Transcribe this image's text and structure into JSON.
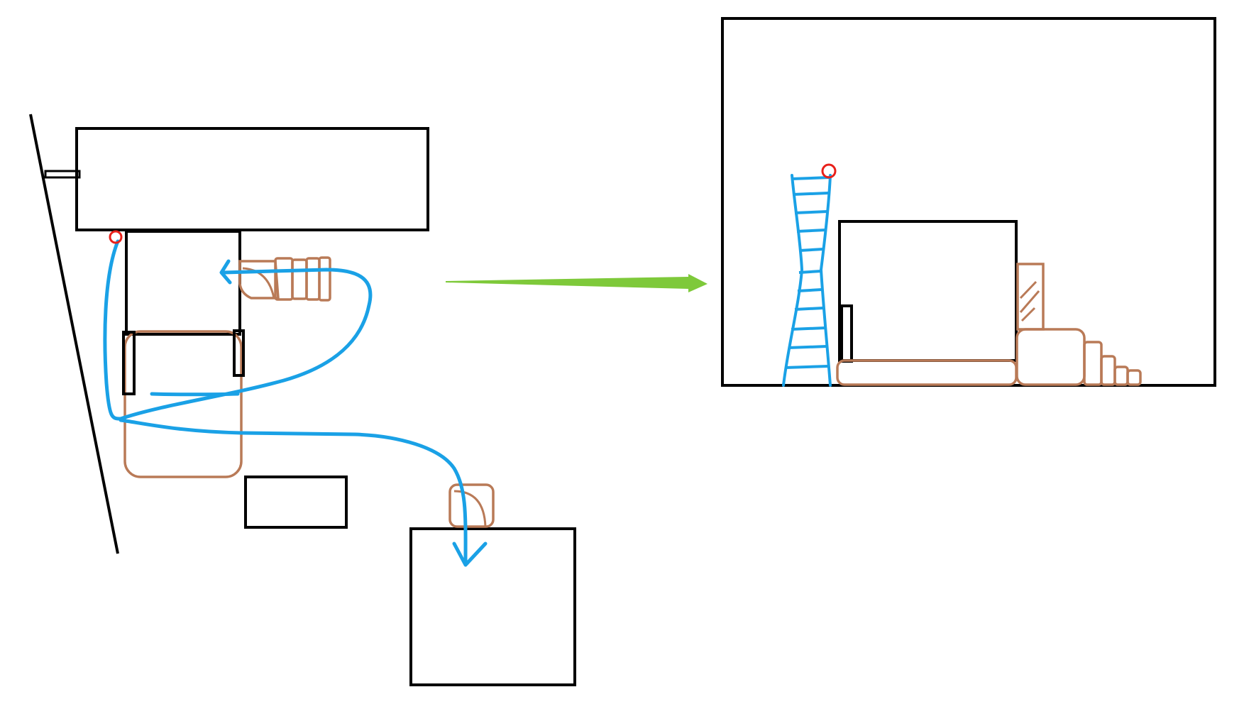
{
  "colors": {
    "background": "#ffffff",
    "outline": "#000000",
    "furniture": "#b97a57",
    "path": "#1aa1e6",
    "marker": "#e8201a",
    "arrow": "#7ec93a"
  },
  "left_view": {
    "elements": [
      "wall-line",
      "wall-handle",
      "top-cabinet",
      "center-frame",
      "bed-brown",
      "left-post",
      "right-post",
      "small-box",
      "table-box",
      "stool-brown",
      "stair-stack",
      "route-path",
      "start-marker"
    ]
  },
  "right_view": {
    "elements": [
      "room-frame",
      "tall-ladder",
      "cabinet-box",
      "cabinet-handle",
      "bed-brown",
      "mirror-panel",
      "block-stack",
      "top-marker"
    ]
  },
  "transition_arrow": "left-to-right"
}
